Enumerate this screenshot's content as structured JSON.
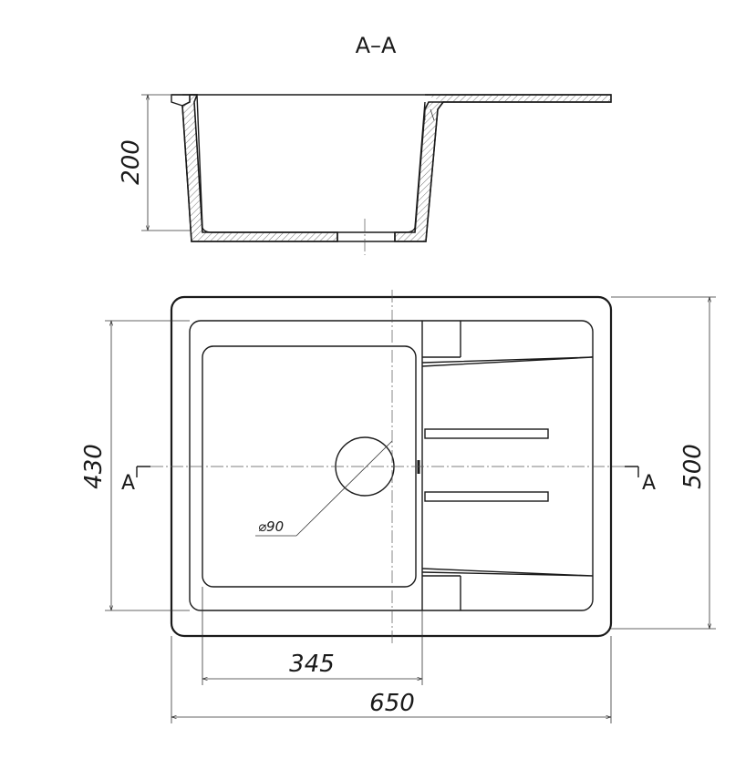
{
  "section": {
    "title": "A–A",
    "depth_dim": "200"
  },
  "plan": {
    "width_dim": "650",
    "bowl_width_dim": "345",
    "height_dim": "500",
    "bowl_height_dim": "430",
    "drain_dim": "⌀90",
    "cut_left": "A",
    "cut_right": "A"
  },
  "colors": {
    "line": "#1a1a1a",
    "hatch": "#555555"
  }
}
